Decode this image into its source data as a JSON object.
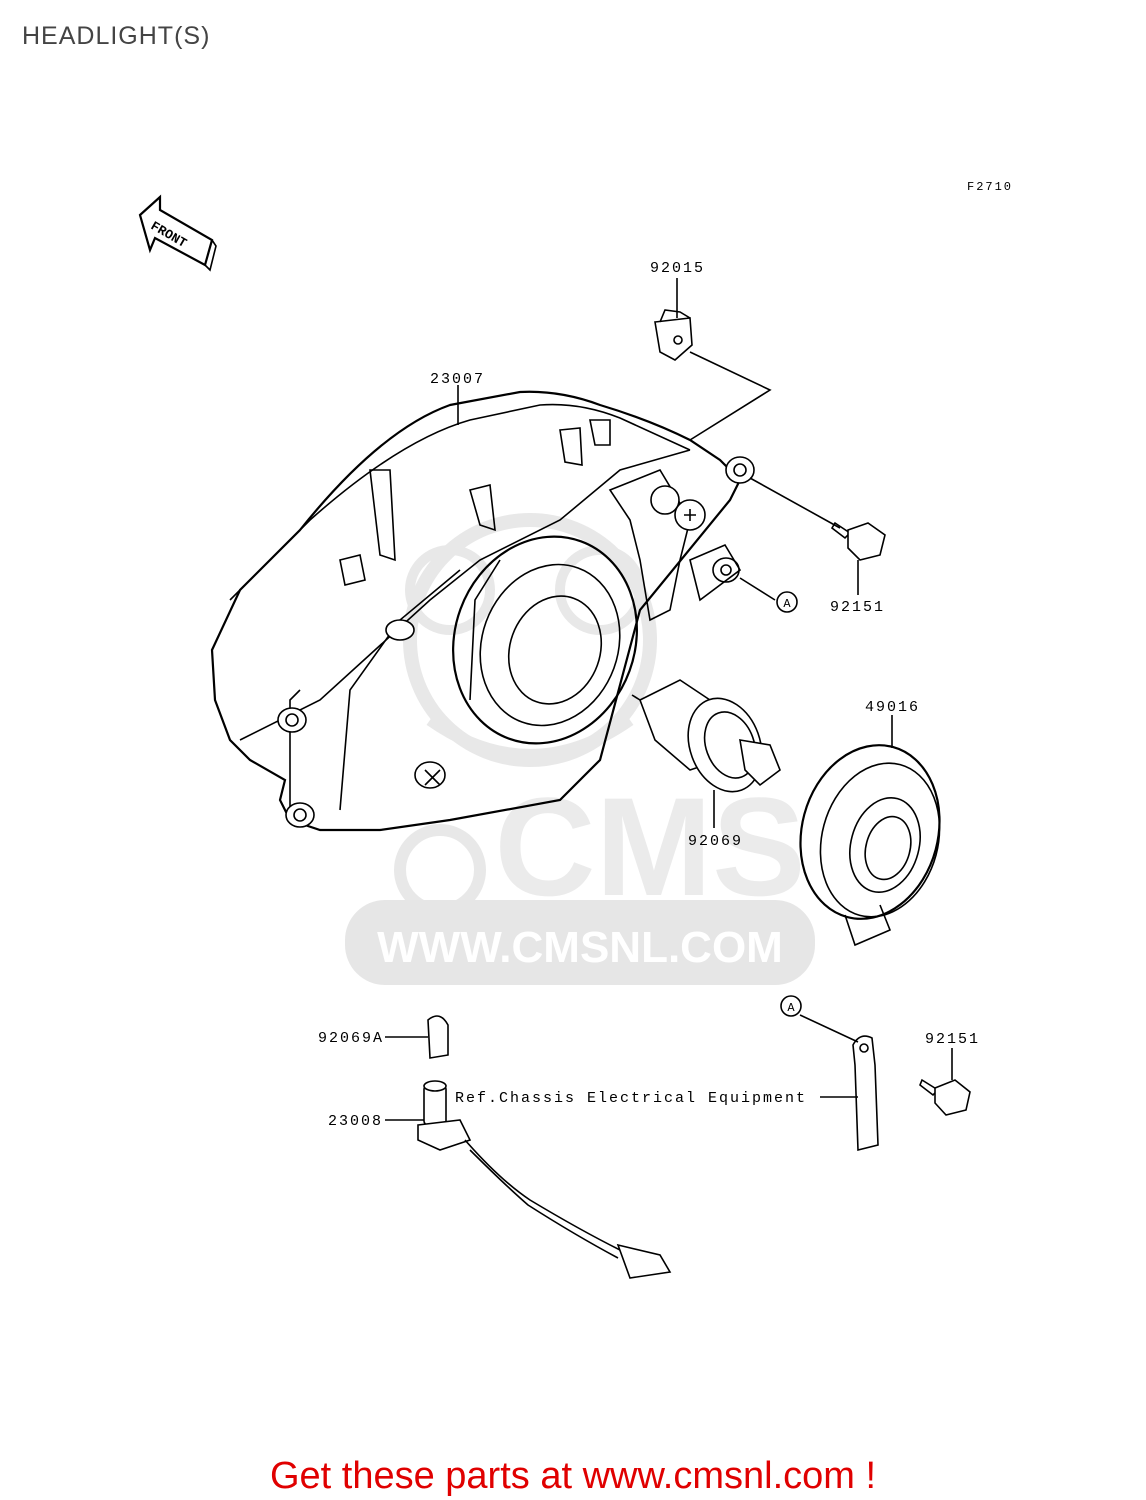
{
  "title": "HEADLIGHT(S)",
  "figure_code": "F2710",
  "front_arrow_text": "FRONT",
  "parts": {
    "p92015": "92015",
    "p23007": "23007",
    "p92151a": "92151",
    "p49016": "49016",
    "p92069": "92069",
    "p92069a": "92069A",
    "p23008": "23008",
    "p92151b": "92151"
  },
  "callout_marker": "A",
  "reference_note": "Ref.Chassis Electrical Equipment",
  "watermark": {
    "brand": "CMS",
    "url": "WWW.CMSNL.COM"
  },
  "footer_text": "Get these parts at www.cmsnl.com !",
  "colors": {
    "footer": "#e00000",
    "title": "#444444",
    "watermark": "#e6e6e6"
  }
}
